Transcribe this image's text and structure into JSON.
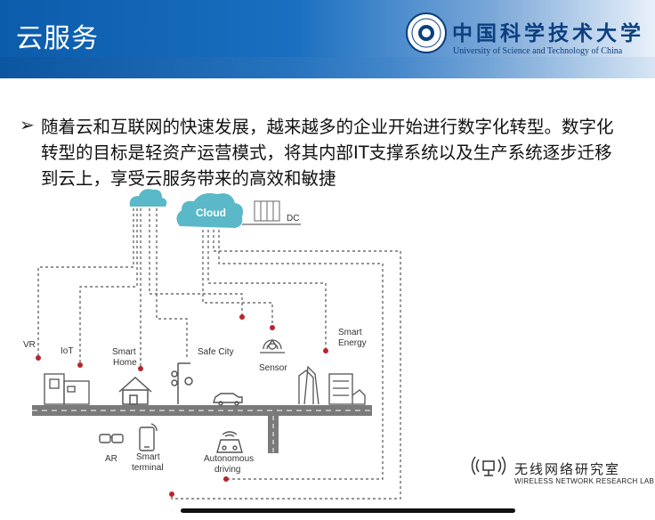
{
  "slide": {
    "title": "云服务",
    "paragraph": "随着云和互联网的快速发展，越来越多的企业开始进行数字化转型。数字化转型的目标是轻资产运营模式，将其内部IT支撑系统以及生产系统逐步迁移到云上，享受云服务带来的高效和敏捷"
  },
  "header": {
    "university_cn": "中国科学技术大学",
    "university_en": "University of Science and Technology of China"
  },
  "diagram": {
    "cloud_label": "Cloud",
    "dc_label": "DC",
    "labels": {
      "vr": "VR",
      "iot": "IoT",
      "smart_home_1": "Smart",
      "smart_home_2": "Home",
      "safe_city": "Safe City",
      "sensor": "Sensor",
      "smart_energy_1": "Smart",
      "smart_energy_2": "Energy",
      "ar": "AR",
      "smart_terminal_1": "Smart",
      "smart_terminal_2": "terminal",
      "autonomous_1": "Autonomous",
      "autonomous_2": "driving"
    },
    "colors": {
      "cloud": "#5ab8c8",
      "road": "#7a7a7a",
      "dot": "#b5262c",
      "dash": "#555555",
      "icon": "#555555"
    }
  },
  "footer": {
    "lab_name": "无线网络研究室",
    "lab_en": "WIRELESS NETWORK RESEARCH LAB"
  }
}
